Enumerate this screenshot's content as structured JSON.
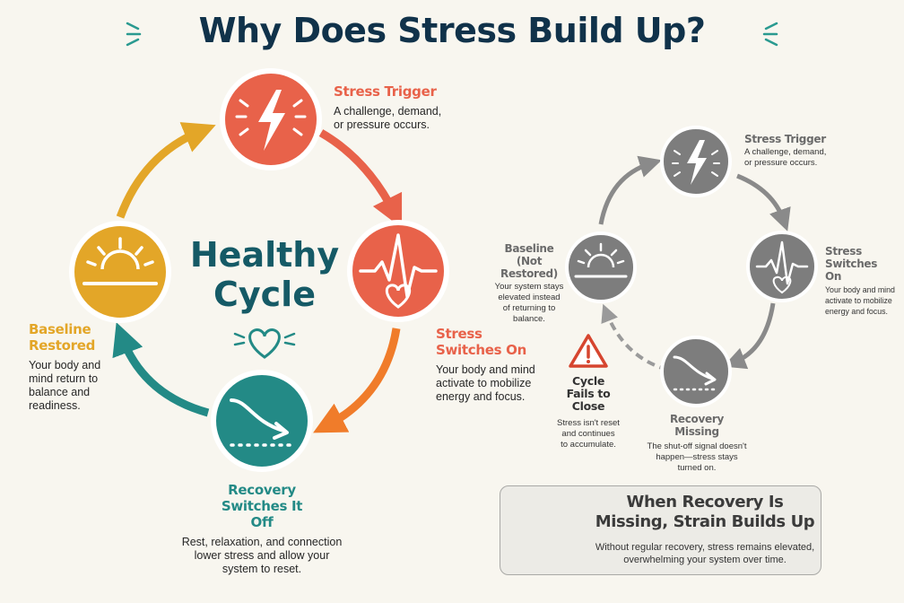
{
  "title": "Why Does Stress Build Up?",
  "healthy": {
    "center_label": "Healthy Cycle",
    "stages": [
      {
        "title": "Stress Trigger",
        "desc": [
          "A challenge, demand,",
          "or pressure occurs."
        ],
        "color": "#e8624a",
        "icon": "lightning-bolt-icon"
      },
      {
        "title": "Stress Switches On",
        "desc": [
          "Your body and mind",
          "activate to mobilize",
          "energy and focus."
        ],
        "color": "#e8624a",
        "icon": "heartbeat-heart-icon"
      },
      {
        "title": "Recovery Switches It Off",
        "desc": [
          "Rest, relaxation, and connection",
          "lower stress and allow your",
          "system to reset."
        ],
        "color": "#238a86",
        "icon": "downward-curve-arrow-icon"
      },
      {
        "title": "Baseline Restored",
        "desc": [
          "Your body and",
          "mind return to",
          "balance and",
          "readiness."
        ],
        "color": "#e3a628",
        "icon": "sunrise-icon"
      }
    ]
  },
  "broken": {
    "stages": [
      {
        "title": "Stress Trigger",
        "desc": [
          "A challenge, demand,",
          "or pressure occurs."
        ],
        "icon": "lightning-bolt-icon"
      },
      {
        "title": "Stress Switches On",
        "desc": [
          "Your body and mind",
          "activate to mobilize",
          "energy and focus."
        ],
        "icon": "heartbeat-heart-icon"
      },
      {
        "title": "Recovery Missing",
        "desc": [
          "The shut-off signal doesn't",
          "happen—stress stays",
          "turned on."
        ],
        "icon": "downward-curve-arrow-icon"
      },
      {
        "title": "Baseline (Not Restored)",
        "desc": [
          "Your system stays",
          "elevated instead",
          "of returning to",
          "balance."
        ],
        "icon": "sunrise-icon"
      }
    ],
    "warning": {
      "title": "Cycle Fails to Close",
      "desc": [
        "Stress isn't reset",
        "and continues",
        "to accumulate."
      ],
      "icon": "warning-triangle-icon"
    }
  },
  "callout": {
    "title": "When Recovery Is Missing, Strain Builds Up",
    "desc": "Without regular recovery, stress remains elevated, overwhelming your system over time.",
    "icon": "rising-bar-chart-icon"
  },
  "colors": {
    "navy": "#10324a",
    "coral": "#e8624a",
    "orange": "#f08a2a",
    "teal": "#238a86",
    "gold": "#e3a628",
    "gray": "#8a8a8a",
    "warning_red": "#d6452f"
  }
}
